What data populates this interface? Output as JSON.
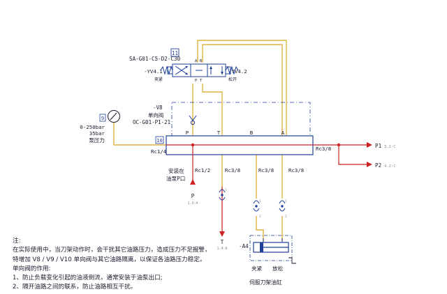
{
  "valve": {
    "number": "11",
    "model": "SA-G01-C5-D2-C30",
    "port_a": "A",
    "port_b": "B",
    "port_p": "P",
    "port_t": "T",
    "sol_left": "-YV4.1",
    "sol_left_cn": "夹紧",
    "sol_right": "-YV4.2",
    "sol_right_cn": "松开"
  },
  "check_valve": {
    "tag": "-V8",
    "name": "单向阀",
    "model": "OC-G01-P1-21"
  },
  "gauge": {
    "number": "9",
    "range": "0-250bar",
    "setting": "35bar",
    "name": "泵压力"
  },
  "manifold": {
    "number": "10",
    "ports_top": [
      "P",
      "T",
      "B",
      "A"
    ],
    "ports_bottom": [
      "Rc1/2",
      "Rc3/8",
      "Rc3/8",
      "Rc3/8"
    ],
    "left_port": "Rc1/4",
    "right_port": "Rc3/8",
    "install_note_1": "安装在",
    "install_note_2": "油泵P口"
  },
  "outputs": {
    "p1": "P1",
    "p1_sub": "3.2:C",
    "p2": "P2",
    "p2_sub": "4.2:C"
  },
  "lines": {
    "p_label": "P",
    "p_sub": "1.3:A",
    "t_label": "T",
    "t_sub": "1.4:A",
    "coupling_left": "1",
    "coupling_right_top": "1",
    "coupling_right_bottom": "2"
  },
  "cylinder": {
    "tag": "-A4",
    "clamp": "夹紧",
    "release": "放松",
    "name": "伺服刀架油缸"
  },
  "notes": [
    "注:",
    "在实际使用中，当刀架动作时，会干扰其它油路压力，造成压力不足报警，",
    "特增加 V8 / V9 / V10 单向阀与其它油路隔离，以保证各油路压力稳定。",
    "单向阀的作用:",
    "1、防止负载变化引起的油液倒流，通常安装于油泵出口;",
    "2、隔开油路之间的联系，防止油路相互干扰。"
  ],
  "colors": {
    "oil_line": "#e0b440",
    "pressure_line": "#cc2222",
    "symbol": "#1f3f9a",
    "frame": "#1a1a2e"
  }
}
